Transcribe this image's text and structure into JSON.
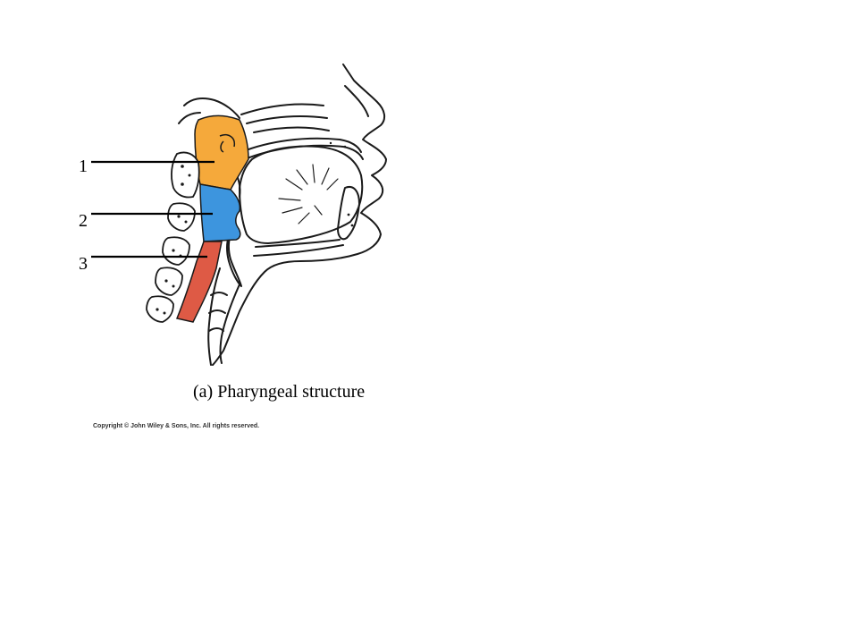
{
  "labels": [
    {
      "number": "1"
    },
    {
      "number": "2"
    },
    {
      "number": "3"
    }
  ],
  "caption": "(a) Pharyngeal structure",
  "copyright": "Copyright © John Wiley & Sons, Inc. All rights reserved.",
  "colors": {
    "nasopharynx": "#F5A93B",
    "oropharynx": "#3D95DE",
    "laryngopharynx": "#DE5A45",
    "outline": "#1a1a1a"
  },
  "icons": [
    "vertebra-icon"
  ]
}
